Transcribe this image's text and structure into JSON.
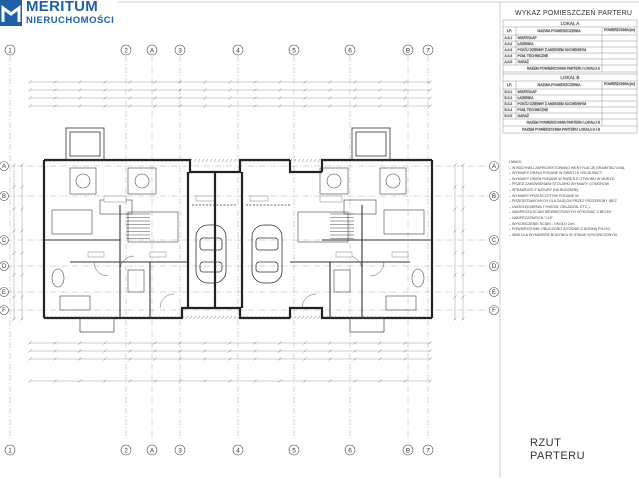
{
  "brand": {
    "name": "MERITUM",
    "tagline": "NIERUCHOMOŚCI"
  },
  "drawing": {
    "title_line1": "RZUT",
    "title_line2": "PARTERU",
    "axes_top": [
      "1",
      "2",
      "A",
      "3",
      "4",
      "5",
      "6",
      "B",
      "7"
    ],
    "axes_side": [
      "A",
      "B",
      "C",
      "D",
      "E",
      "F"
    ]
  },
  "rooms_table": {
    "title": "WYKAZ POMIESZCZEŃ PARTERU",
    "section_a": "LOKAL A",
    "section_b": "LOKAL B",
    "col_lp": "LP.",
    "col_name": "NAZWA POMIESZCZENIA",
    "col_area": "POWIERZCHNIA [m²]",
    "rows_a": [
      {
        "lp": "A.0.1",
        "name": "WIATROŁAP"
      },
      {
        "lp": "A.0.2",
        "name": "ŁAZIENKA"
      },
      {
        "lp": "A.0.3",
        "name": "POKÓJ DZIENNY Z ANEKSEM KUCHENNYM"
      },
      {
        "lp": "A.0.4",
        "name": "POM. TECHNICZNE"
      },
      {
        "lp": "A.0.5",
        "name": "GARAŻ"
      }
    ],
    "sum_a": "RAZEM POWIERZCHNIA PARTERU LOKALU A",
    "rows_b": [
      {
        "lp": "B.0.1",
        "name": "WIATROŁAP"
      },
      {
        "lp": "B.0.2",
        "name": "ŁAZIENKA"
      },
      {
        "lp": "B.0.3",
        "name": "POKÓJ DZIENNY Z ANEKSEM KUCHENNYM"
      },
      {
        "lp": "B.0.4",
        "name": "POM. TECHNICZNE"
      },
      {
        "lp": "B.0.5",
        "name": "GARAŻ"
      }
    ],
    "sum_b": "RAZEM POWIERZCHNIA PARTERU LOKALU B",
    "sum_total": "RAZEM POWIERZCHNIA PARTERU LOKALU A i B"
  },
  "notes": {
    "heading": "UWAGI:",
    "items": [
      "W BUDYNKU ZAPROJEKTOWANO WENTYLACJĘ GRAWITACYJNĄ.",
      "WYMIARY DRZWI PODANE W ŚWIETLE OŚCIEŻNICY.",
      "WYMIARY OKIEN PODANE W ŚWIETLE OTWORU W MURZE;",
      "PRZED ZAMÓWIENIEM STOLARKI WYMIARY OTWORÓW",
      "SPRAWDZIĆ Z NATURY (NA BUDOWIE).",
      "WYMIARY PRZEŚCZOTÓW PODANE W",
      "PRZEDSTAWIONYCH DLA ZAJĘCIA PRZEZ PRZEDROBY (BEZ",
      "UWZGLĘDNIENIA TYNKÓW, OKŁADZIN, ETC.).",
      "NADPROŻA ŚCIAN WEWNĘTRZNYCH WYKONAĆ Z BELEK",
      "NADPROŻOWYCH \"L19\".",
      "WYKOŃCZENIE ŚCIAN - OKOŁO 2cm.",
      "POWIERZCHNIE OBLICZONO ZGODNIE Z NORMĄ PN-ISO",
      "9836 DLA WYMIARÓW BUDYNKU W STANIE WYKOŃCZONYM."
    ]
  },
  "colors": {
    "brand": "#1f5fa8",
    "line": "#2b2b2b",
    "dim": "#666666"
  }
}
